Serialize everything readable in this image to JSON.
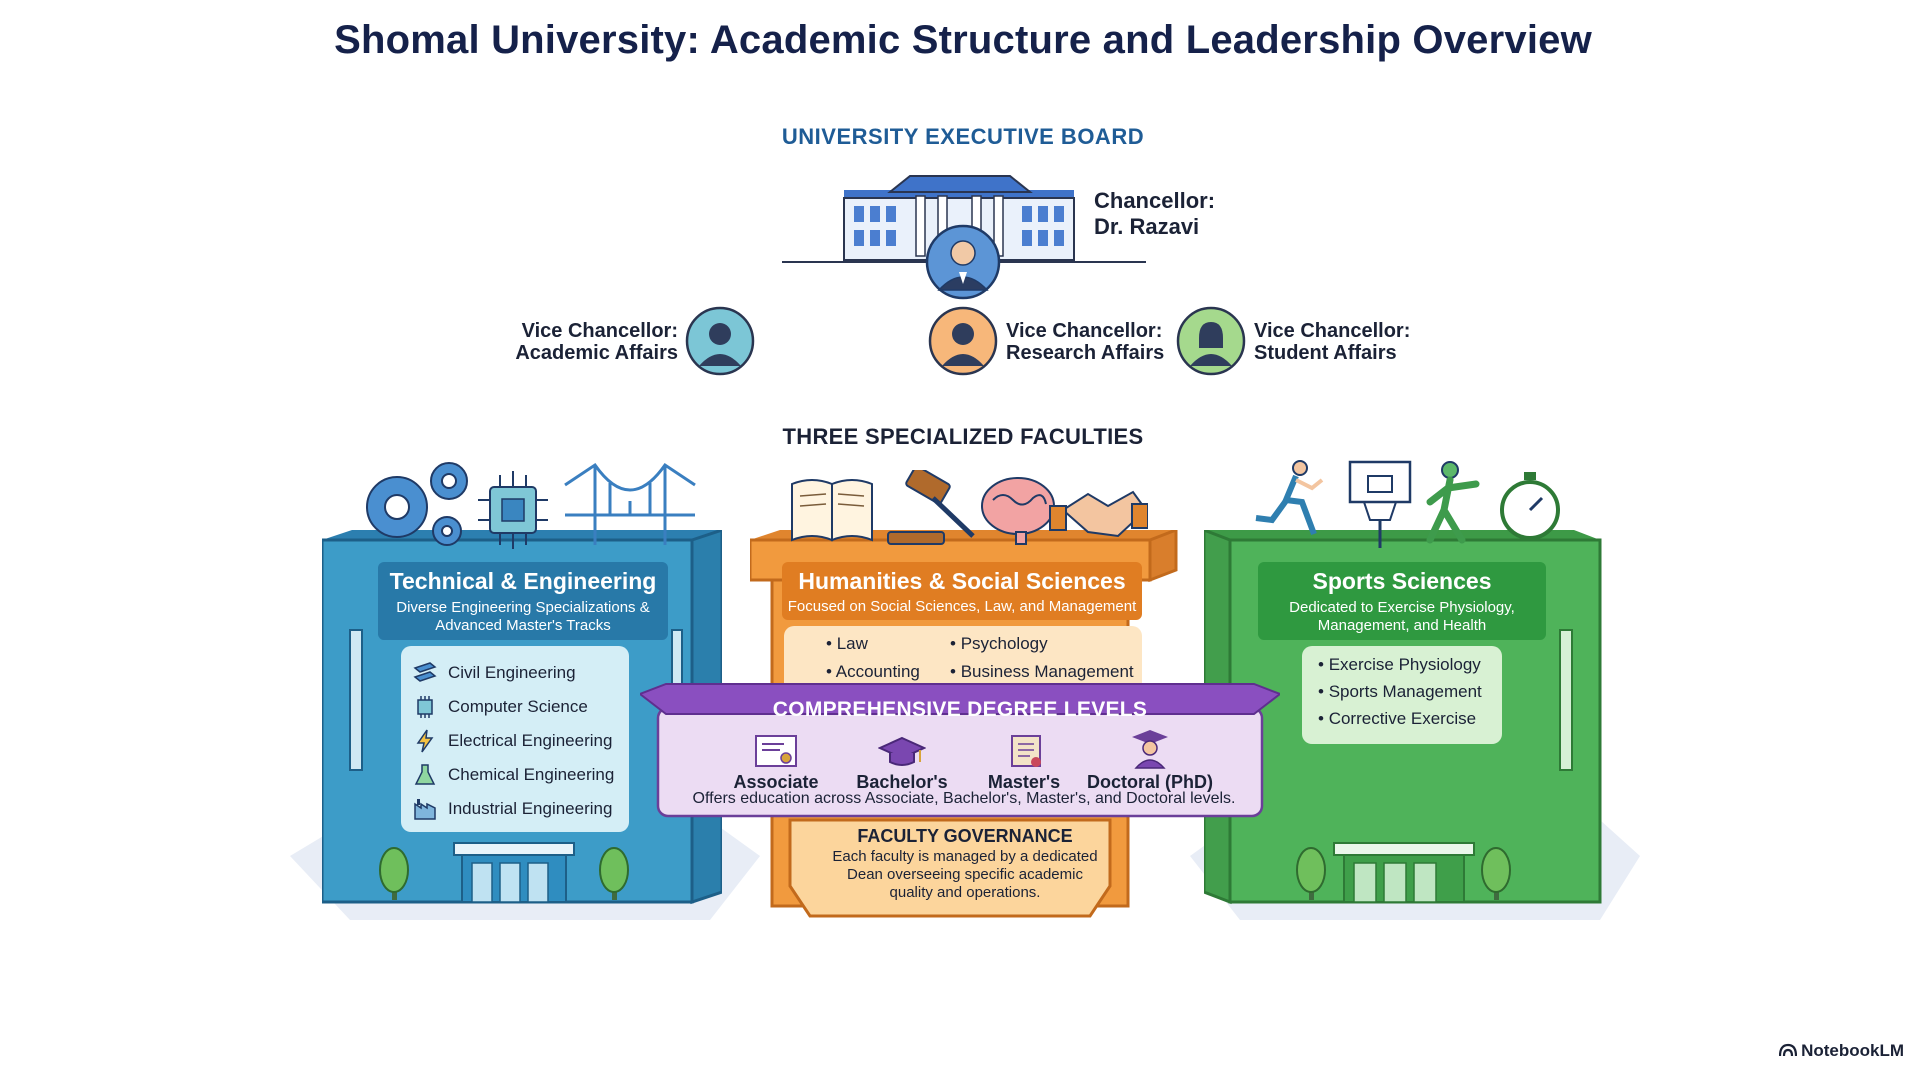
{
  "title": "Shomal University: Academic Structure and Leadership Overview",
  "executive_board": {
    "label": "UNIVERSITY EXECUTIVE BOARD",
    "chancellor": {
      "role": "Chancellor:",
      "name": "Dr. Razavi"
    },
    "vice_chancellors": [
      {
        "role": "Vice Chancellor:",
        "area": "Academic Affairs",
        "color": "#7cc6d6"
      },
      {
        "role": "Vice Chancellor:",
        "area": "Research Affairs",
        "color": "#f7b77a"
      },
      {
        "role": "Vice Chancellor:",
        "area": "Student Affairs",
        "color": "#a5d98d"
      }
    ]
  },
  "faculties_label": "THREE SPECIALIZED FACULTIES",
  "faculties": [
    {
      "name": "Technical & Engineering",
      "subtitle_lines": [
        "Diverse Engineering Specializations &",
        "Advanced Master's Tracks"
      ],
      "color": "#3d9cc8",
      "items": [
        {
          "icon": "beam-icon",
          "label": "Civil Engineering"
        },
        {
          "icon": "chip-icon",
          "label": "Computer Science"
        },
        {
          "icon": "lightning-icon",
          "label": "Electrical Engineering"
        },
        {
          "icon": "flask-icon",
          "label": "Chemical Engineering"
        },
        {
          "icon": "factory-icon",
          "label": "Industrial Engineering"
        }
      ]
    },
    {
      "name": "Humanities & Social Sciences",
      "subtitle": "Focused on Social Sciences, Law, and Management",
      "color": "#f19a3e",
      "items_left": [
        "Law",
        "Accounting"
      ],
      "items_right": [
        "Psychology",
        "Business Management"
      ]
    },
    {
      "name": "Sports Sciences",
      "subtitle_lines": [
        "Dedicated to Exercise Physiology,",
        "Management, and Health"
      ],
      "color": "#4fb35a",
      "items": [
        "Exercise Physiology",
        "Sports Management",
        "Corrective Exercise"
      ]
    }
  ],
  "degrees": {
    "title": "COMPREHENSIVE DEGREE LEVELS",
    "levels": [
      {
        "icon": "certificate-icon",
        "label": "Associate"
      },
      {
        "icon": "graduation-cap-icon",
        "label": "Bachelor's"
      },
      {
        "icon": "scroll-icon",
        "label": "Master's"
      },
      {
        "icon": "graduate-icon",
        "label": "Doctoral (PhD)"
      }
    ],
    "description": "Offers education across Associate, Bachelor's, Master's, and Doctoral levels."
  },
  "governance": {
    "title": "FACULTY GOVERNANCE",
    "lines": [
      "Each faculty is managed by a dedicated",
      "Dean overseeing specific academic",
      "quality and operations."
    ]
  },
  "watermark": "NotebookLM"
}
